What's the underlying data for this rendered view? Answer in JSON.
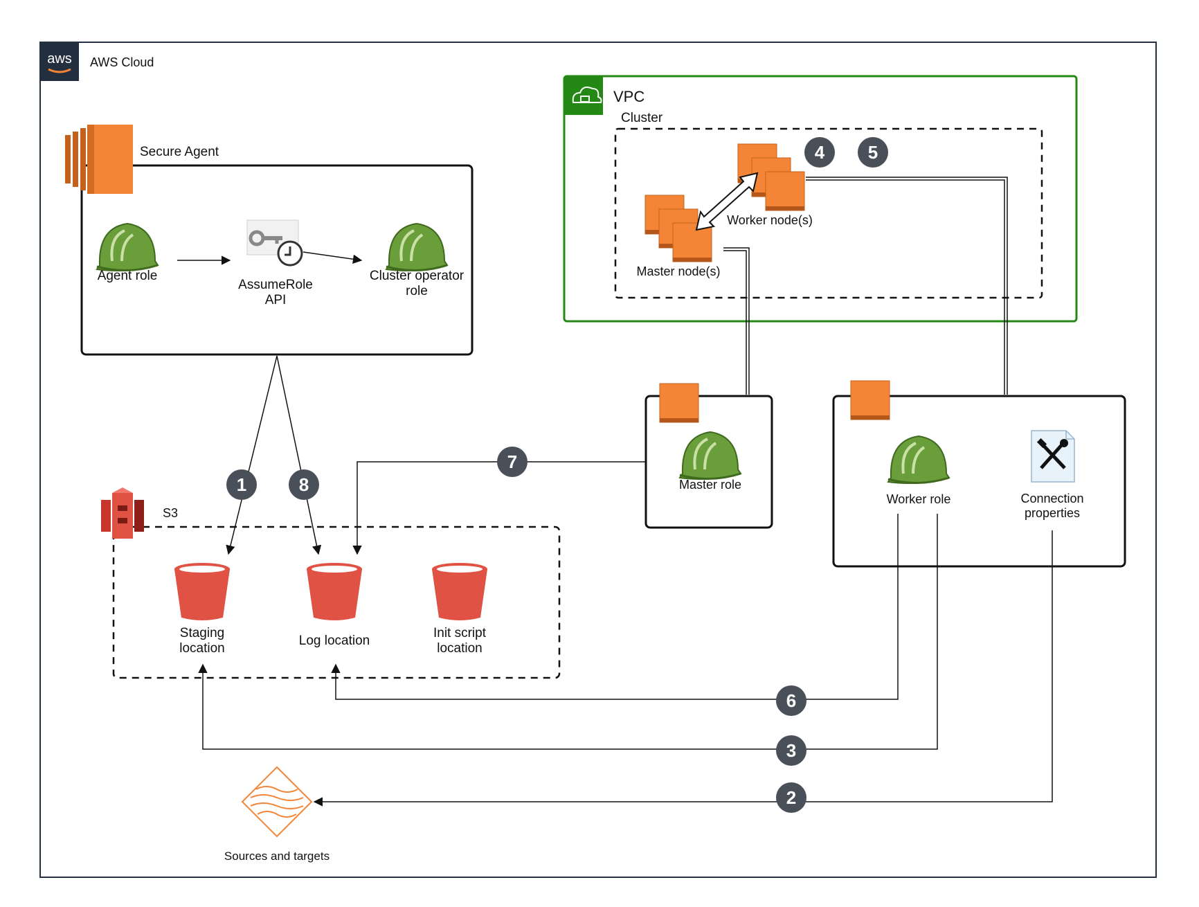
{
  "aws_cloud": {
    "label": "AWS Cloud",
    "logo_text": "aws"
  },
  "vpc": {
    "label": "VPC"
  },
  "cluster": {
    "label": "Cluster"
  },
  "secure_agent": {
    "label": "Secure Agent",
    "agent_role": "Agent role",
    "assume_role_api": [
      "AssumeRole",
      "API"
    ],
    "cluster_operator_role": [
      "Cluster operator",
      "role"
    ]
  },
  "nodes": {
    "master": "Master node(s)",
    "worker": "Worker node(s)"
  },
  "master_box": {
    "role_label": "Master role"
  },
  "worker_box": {
    "role_label": "Worker role",
    "connection_properties": [
      "Connection",
      "properties"
    ]
  },
  "s3": {
    "label": "S3",
    "buckets": [
      {
        "lines": [
          "Staging",
          "location"
        ]
      },
      {
        "lines": [
          "Log location"
        ]
      },
      {
        "lines": [
          "Init script",
          "location"
        ]
      }
    ]
  },
  "sources_targets": {
    "label": "Sources and targets"
  },
  "steps": [
    "1",
    "2",
    "3",
    "4",
    "5",
    "6",
    "7",
    "8"
  ],
  "colors": {
    "aws_orange": "#F58536",
    "vpc_green": "#248814",
    "helmet_green": "#6A9E3B",
    "bucket_red": "#E05243",
    "badge": "#4A505A",
    "aws_dark": "#232F3E"
  }
}
